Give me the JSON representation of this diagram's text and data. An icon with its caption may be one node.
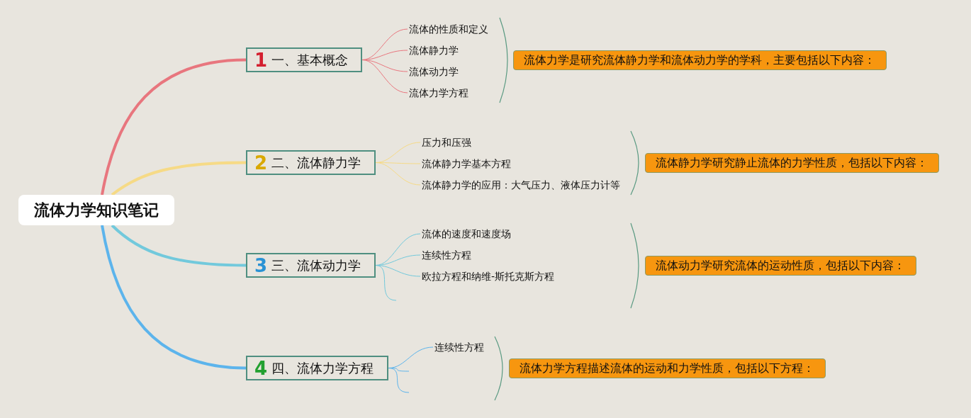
{
  "diagram": {
    "nodes": [
      {
        "text": [
          "流体力学知识笔记"
        ]
      },
      {
        "text": [
          "1",
          "一、基本概念"
        ]
      },
      {
        "text": [
          "流体的性质和定义"
        ]
      },
      {
        "text": [
          "流体静力学"
        ]
      },
      {
        "text": [
          "流体动力学"
        ]
      },
      {
        "text": [
          "流体力学方程"
        ]
      },
      {
        "text": [
          "流体力学是研究流体静力学和流体动力学的学科，主要包括以下内容："
        ]
      },
      {
        "text": [
          "2",
          "二、流体静力学"
        ]
      },
      {
        "text": [
          "压力和压强"
        ]
      },
      {
        "text": [
          "流体静力学基本方程"
        ]
      },
      {
        "text": [
          "流体静力学的应用：大气压力、液体压力计等"
        ]
      },
      {
        "text": [
          "流体静力学研究静止流体的力学性质，包括以下内容："
        ]
      },
      {
        "text": [
          "3",
          "三、流体动力学"
        ]
      },
      {
        "text": [
          "流体的速度和速度场"
        ]
      },
      {
        "text": [
          "连续性方程"
        ]
      },
      {
        "text": [
          "欧拉方程和纳维-斯托克斯方程"
        ]
      },
      {
        "text": [
          "流体动力学研究流体的运动性质，包括以下内容："
        ]
      },
      {
        "text": [
          "4",
          "四、流体力学方程"
        ]
      },
      {
        "text": [
          "连续性方程"
        ]
      },
      {
        "text": [
          "流体力学方程描述流体的运动和力学性质，包括以下方程："
        ]
      }
    ],
    "edges": [
      {
        "from": 0,
        "to": 1,
        "arrow": "none",
        "style": "thick",
        "color": "#e8767e"
      },
      {
        "from": 0,
        "to": 7,
        "arrow": "none",
        "style": "thick",
        "color": "#f6da86"
      },
      {
        "from": 0,
        "to": 12,
        "arrow": "none",
        "style": "thick",
        "color": "#72c9dc"
      },
      {
        "from": 0,
        "to": 17,
        "arrow": "none",
        "style": "thick",
        "color": "#5cb4ec"
      },
      {
        "from": 1,
        "to": 2,
        "arrow": "none",
        "color": "#e8767e"
      },
      {
        "from": 1,
        "to": 3,
        "arrow": "none",
        "color": "#e8767e"
      },
      {
        "from": 1,
        "to": 4,
        "arrow": "none",
        "color": "#e8767e"
      },
      {
        "from": 1,
        "to": 5,
        "arrow": "none",
        "color": "#e8767e"
      },
      {
        "from": 7,
        "to": 8,
        "arrow": "none",
        "color": "#f6da86"
      },
      {
        "from": 7,
        "to": 9,
        "arrow": "none",
        "color": "#f6da86"
      },
      {
        "from": 7,
        "to": 10,
        "arrow": "none",
        "color": "#f6da86"
      },
      {
        "from": 12,
        "to": 13,
        "arrow": "none",
        "color": "#72c9dc"
      },
      {
        "from": 12,
        "to": 14,
        "arrow": "none",
        "color": "#72c9dc"
      },
      {
        "from": 12,
        "to": 15,
        "arrow": "none",
        "color": "#72c9dc"
      },
      {
        "from": 12,
        "to": null,
        "arrow": "none",
        "color": "#72c9dc"
      },
      {
        "from": 17,
        "to": 18,
        "arrow": "none",
        "color": "#5cb4ec"
      },
      {
        "from": 17,
        "to": null,
        "arrow": "none",
        "color": "#5cb4ec"
      },
      {
        "from": 17,
        "to": null,
        "arrow": "none",
        "color": "#5cb4ec"
      }
    ]
  }
}
